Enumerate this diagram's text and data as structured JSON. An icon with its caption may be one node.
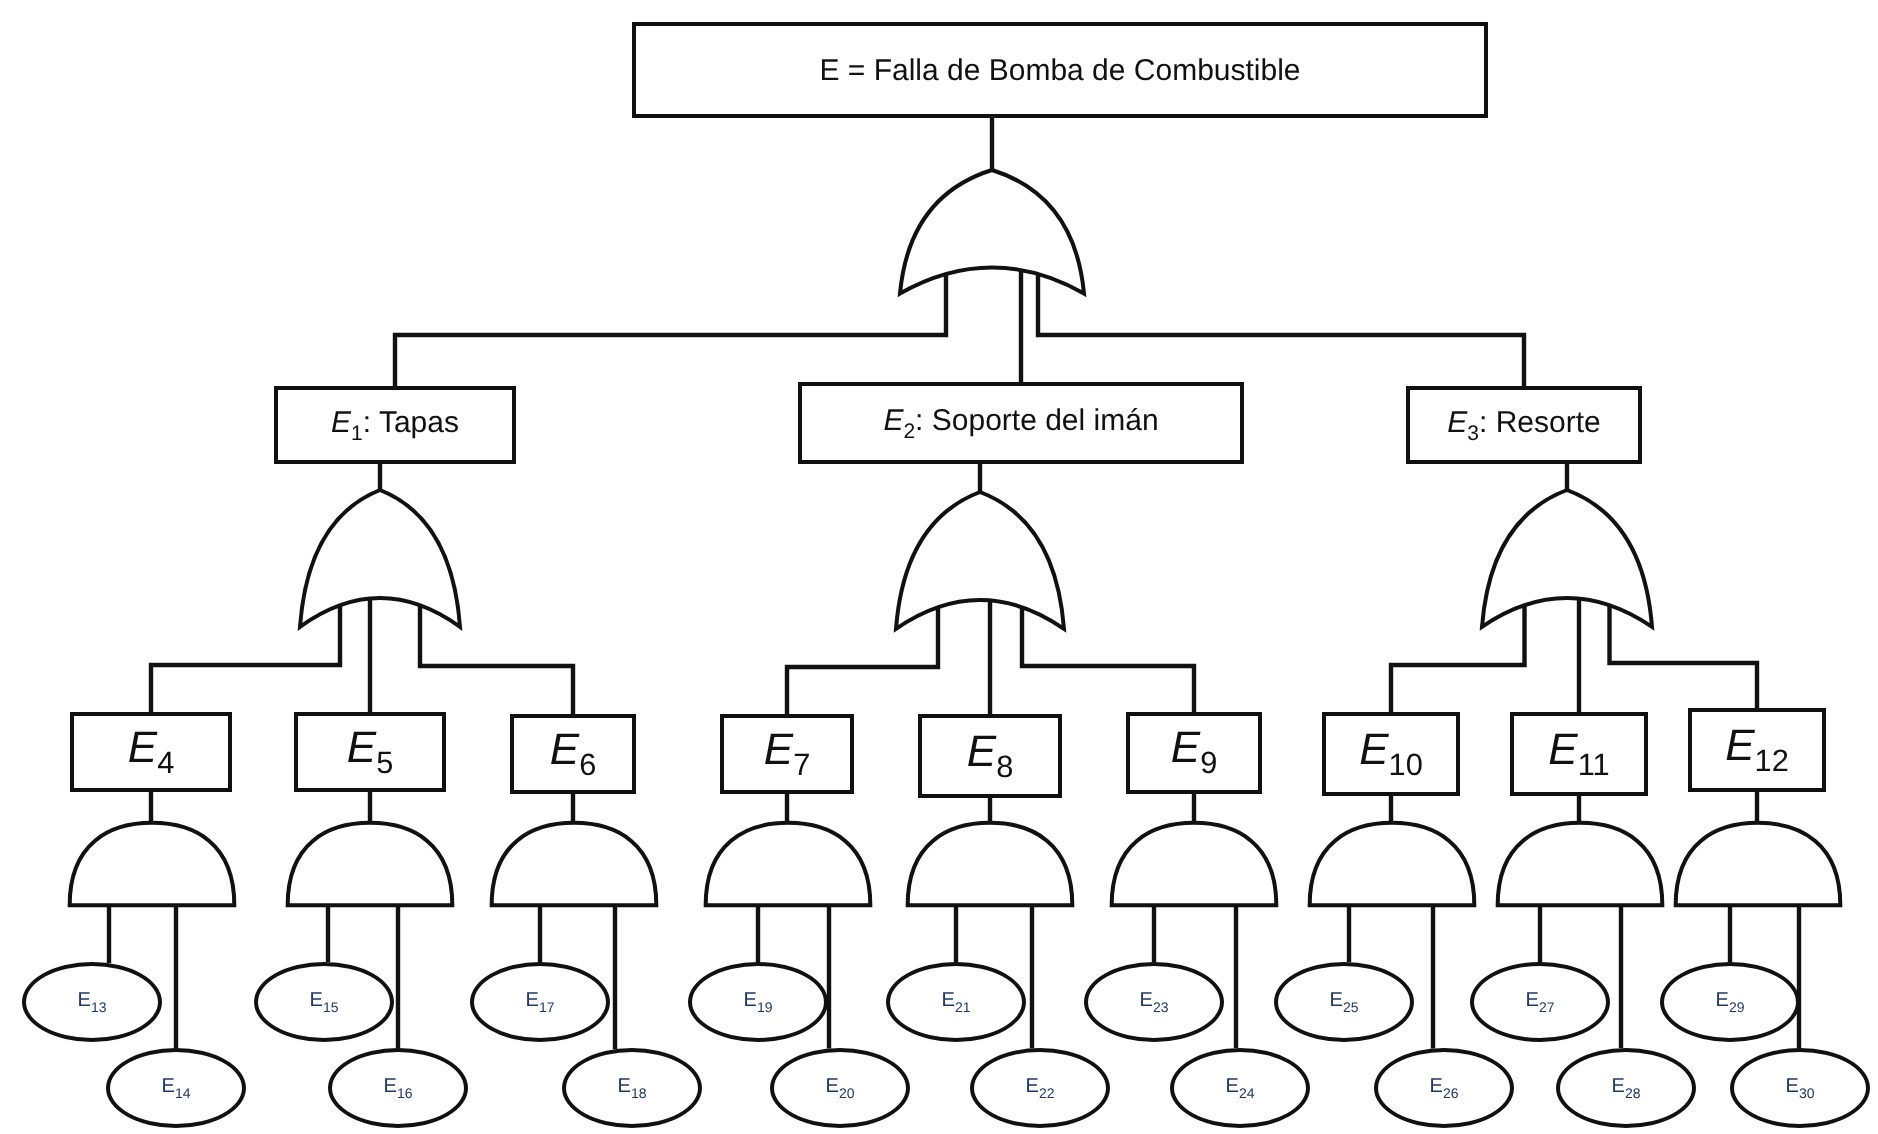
{
  "diagram": {
    "nodes": [
      {
        "text": [
          "E = Falla de Bomba de Combustible"
        ]
      },
      {
        "text": [],
        "shape": "shield"
      },
      {
        "text": [
          "*E*$_{1}$: Tapas"
        ]
      },
      {
        "text": [
          "*E*$_{2}$: Soporte del imán"
        ]
      },
      {
        "text": [
          "*E*$_{3}$: Resorte"
        ]
      },
      {
        "text": [],
        "shape": "shield"
      },
      {
        "text": [],
        "shape": "shield"
      },
      {
        "text": [],
        "shape": "shield"
      },
      {
        "text": [
          "*E*$_{4}$"
        ]
      },
      {
        "text": [
          "*E*$_{5}$"
        ]
      },
      {
        "text": [
          "*E*$_{6}$"
        ]
      },
      {
        "text": [
          "*E*$_{7}$"
        ]
      },
      {
        "text": [
          "*E*$_{8}$"
        ]
      },
      {
        "text": [
          "*E*$_{9}$"
        ]
      },
      {
        "text": [
          "*E*$_{10}$"
        ]
      },
      {
        "text": [
          "*E*$_{11}$"
        ]
      },
      {
        "text": [
          "*E*$_{12}$"
        ]
      },
      {
        "text": [],
        "shape": "dome"
      },
      {
        "text": [],
        "shape": "dome"
      },
      {
        "text": [],
        "shape": "dome"
      },
      {
        "text": [],
        "shape": "dome"
      },
      {
        "text": [],
        "shape": "dome"
      },
      {
        "text": [],
        "shape": "dome"
      },
      {
        "text": [],
        "shape": "dome"
      },
      {
        "text": [],
        "shape": "dome"
      },
      {
        "text": [],
        "shape": "dome"
      },
      {
        "text": [
          "E$_{13}$"
        ]
      },
      {
        "text": [
          "E$_{14}$"
        ]
      },
      {
        "text": [
          "E$_{15}$"
        ]
      },
      {
        "text": [
          "E$_{16}$"
        ]
      },
      {
        "text": [
          "E$_{17}$"
        ]
      },
      {
        "text": [
          "E$_{18}$"
        ]
      },
      {
        "text": [
          "E$_{19}$"
        ]
      },
      {
        "text": [
          "E$_{20}$"
        ]
      },
      {
        "text": [
          "E$_{21}$"
        ]
      },
      {
        "text": [
          "E$_{22}$"
        ]
      },
      {
        "text": [
          "E$_{23}$"
        ]
      },
      {
        "text": [
          "E$_{24}$"
        ]
      },
      {
        "text": [
          "E$_{25}$"
        ]
      },
      {
        "text": [
          "E$_{26}$"
        ]
      },
      {
        "text": [
          "E$_{27}$"
        ]
      },
      {
        "text": [
          "E$_{28}$"
        ]
      },
      {
        "text": [
          "E$_{29}$"
        ]
      },
      {
        "text": [
          "E$_{30}$"
        ]
      }
    ],
    "edges": [
      {
        "from": 0,
        "to": 1,
        "arrow": "none"
      },
      {
        "from": 1,
        "to": 2,
        "arrow": "none"
      },
      {
        "from": 1,
        "to": 3,
        "arrow": "none"
      },
      {
        "from": 1,
        "to": 4,
        "arrow": "none"
      },
      {
        "from": 2,
        "to": 5,
        "arrow": "none"
      },
      {
        "from": 3,
        "to": 6,
        "arrow": "none"
      },
      {
        "from": 4,
        "to": 7,
        "arrow": "none"
      },
      {
        "from": 5,
        "to": 8,
        "arrow": "none"
      },
      {
        "from": 5,
        "to": 9,
        "arrow": "none"
      },
      {
        "from": 5,
        "to": 10,
        "arrow": "none"
      },
      {
        "from": 6,
        "to": 11,
        "arrow": "none"
      },
      {
        "from": 6,
        "to": 12,
        "arrow": "none"
      },
      {
        "from": 6,
        "to": 13,
        "arrow": "none"
      },
      {
        "from": 7,
        "to": 14,
        "arrow": "none"
      },
      {
        "from": 7,
        "to": 15,
        "arrow": "none"
      },
      {
        "from": 7,
        "to": 16,
        "arrow": "none"
      },
      {
        "from": 8,
        "to": 17,
        "arrow": "none"
      },
      {
        "from": 9,
        "to": 18,
        "arrow": "none"
      },
      {
        "from": 10,
        "to": 19,
        "arrow": "none"
      },
      {
        "from": 11,
        "to": 20,
        "arrow": "none"
      },
      {
        "from": 12,
        "to": 21,
        "arrow": "none"
      },
      {
        "from": 13,
        "to": 22,
        "arrow": "none"
      },
      {
        "from": 14,
        "to": 23,
        "arrow": "none"
      },
      {
        "from": 15,
        "to": 24,
        "arrow": "none"
      },
      {
        "from": 16,
        "to": 25,
        "arrow": "none"
      },
      {
        "from": 17,
        "to": 26,
        "arrow": "none"
      },
      {
        "from": 17,
        "to": 27,
        "arrow": "none"
      },
      {
        "from": 18,
        "to": 28,
        "arrow": "none"
      },
      {
        "from": 18,
        "to": 29,
        "arrow": "none"
      },
      {
        "from": 19,
        "to": 30,
        "arrow": "none"
      },
      {
        "from": 19,
        "to": 31,
        "arrow": "none"
      },
      {
        "from": 20,
        "to": 32,
        "arrow": "none"
      },
      {
        "from": 20,
        "to": 33,
        "arrow": "none"
      },
      {
        "from": 21,
        "to": 34,
        "arrow": "none"
      },
      {
        "from": 21,
        "to": 35,
        "arrow": "none"
      },
      {
        "from": 22,
        "to": 36,
        "arrow": "none"
      },
      {
        "from": 22,
        "to": 37,
        "arrow": "none"
      },
      {
        "from": 23,
        "to": 38,
        "arrow": "none"
      },
      {
        "from": 23,
        "to": 39,
        "arrow": "none"
      },
      {
        "from": 24,
        "to": 40,
        "arrow": "none"
      },
      {
        "from": 24,
        "to": 41,
        "arrow": "none"
      },
      {
        "from": 25,
        "to": 42,
        "arrow": "none"
      },
      {
        "from": 25,
        "to": 43,
        "arrow": "none"
      }
    ]
  }
}
